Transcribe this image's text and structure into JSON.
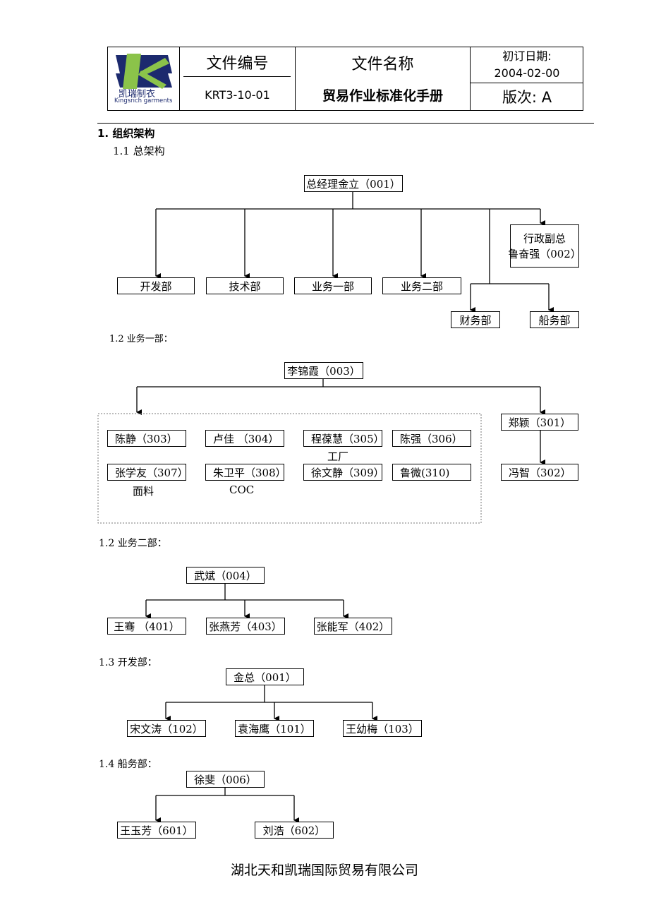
{
  "header": {
    "logo_cn": "凯瑞制衣",
    "logo_en": "Kingsrich garments",
    "doc_no_label": "文件编号",
    "doc_no": "KRT3-10-01",
    "doc_name_label": "文件名称",
    "doc_name": "贸易作业标准化手册",
    "date_label": "初订日期:",
    "date": "2004-02-00",
    "version": "版次:  A"
  },
  "section1": {
    "title": "1. 组织架构",
    "sub": "1.1    总架构",
    "gm": "总经理金立（001）",
    "vp_line1": "行政副总",
    "vp_line2": "鲁奋强（002）",
    "depts": [
      "开发部",
      "技术部",
      "业务一部",
      "业务二部"
    ],
    "vp_depts": [
      "财务部",
      "船务部"
    ]
  },
  "section12": {
    "title": "1.2    业务一部：",
    "head": "李锦霞（003）",
    "members_row1": [
      "陈静（303）",
      "卢佳  （304）",
      "程葆慧（305）",
      "陈强（306）"
    ],
    "members_row2": [
      "张学友（307）",
      "朱卫平（308）",
      "徐文静（309）",
      "鲁微(310)"
    ],
    "note_factory": "工厂",
    "note_fabric": "面料",
    "note_coc": "COC",
    "sub_head": "郑颖（301）",
    "sub_member": "冯智（302）"
  },
  "section12b": {
    "title": "1.2 业务二部：",
    "head": "武斌（004）",
    "members": [
      "王骞  （401）",
      "张燕芳（403）",
      "张能军（402）"
    ]
  },
  "section13": {
    "title": "1.3 开发部：",
    "head": "金总（001）",
    "members": [
      "宋文涛（102）",
      "袁海鹰（101）",
      "王幼梅（103）"
    ]
  },
  "section14": {
    "title": "1.4 船务部：",
    "head": "徐斐（006）",
    "members": [
      "王玉芳（601）",
      "刘浩（602）"
    ]
  },
  "footer": "湖北天和凯瑞国际贸易有限公司"
}
